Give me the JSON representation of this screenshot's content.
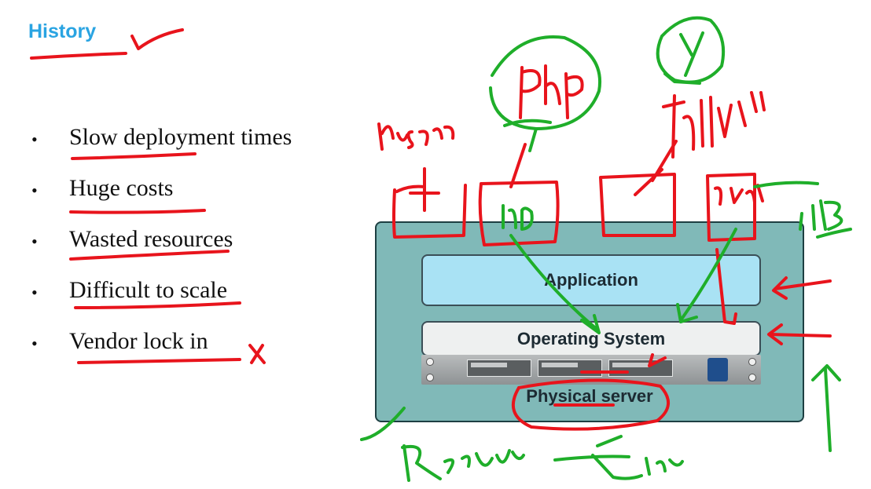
{
  "slide": {
    "title": "History",
    "bullets": [
      "Slow deployment times",
      "Huge costs",
      "Wasted resources",
      "Difficult to scale",
      "Vendor  lock in"
    ]
  },
  "diagram": {
    "layers": {
      "application": "Application",
      "operating_system": "Operating System",
      "physical_server": "Physical server"
    }
  },
  "colors": {
    "title": "#2aa4e2",
    "annotation_red": "#e8141c",
    "annotation_green": "#1fae2a",
    "server_bg": "#80b9b8",
    "application_layer": "#a9e2f4",
    "os_layer": "#eef0f0"
  }
}
